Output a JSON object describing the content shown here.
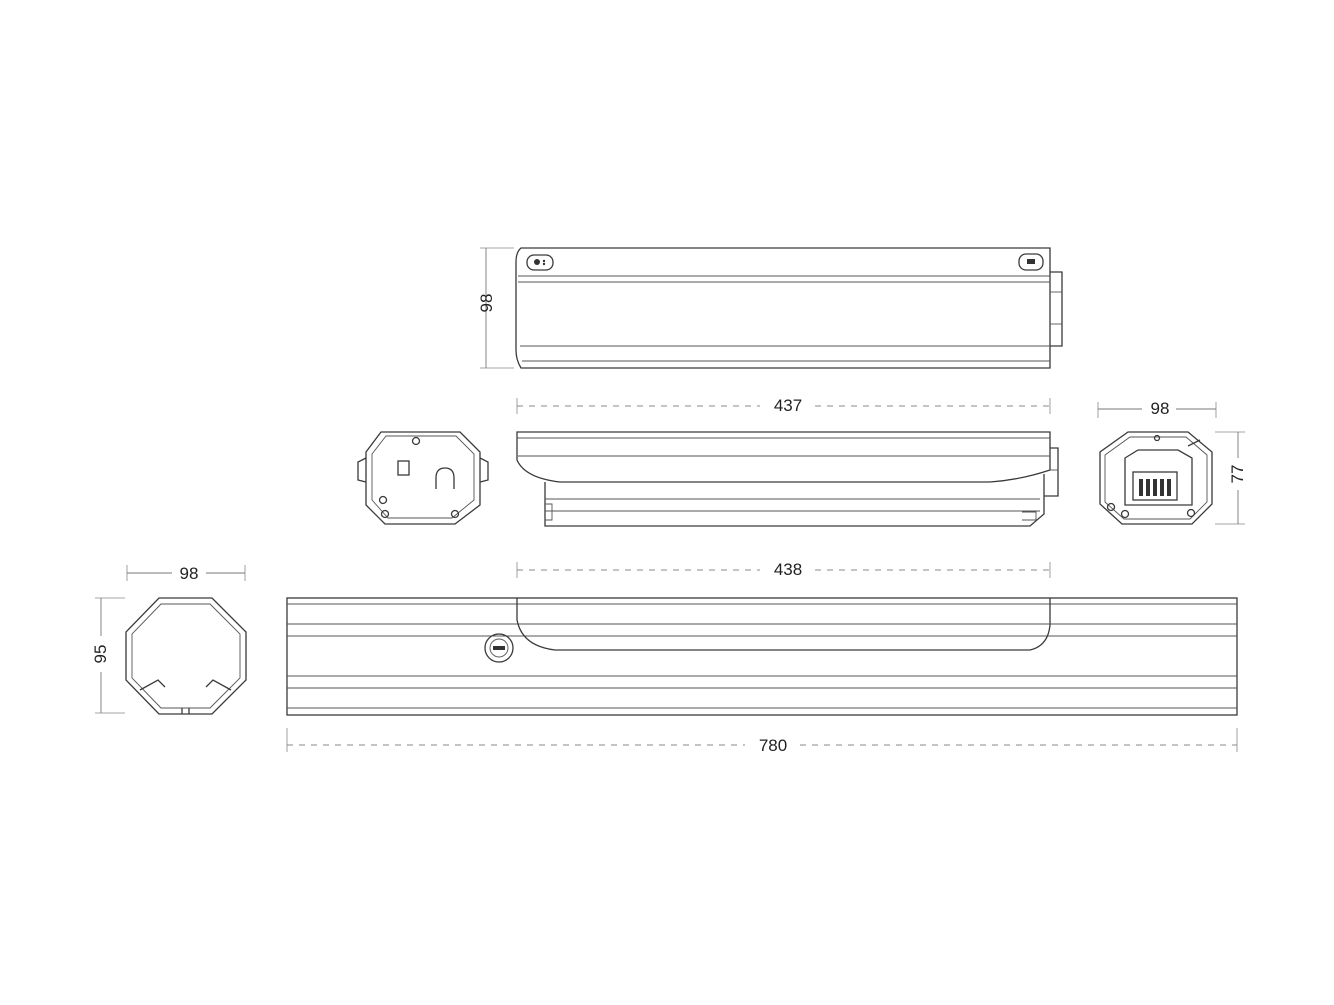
{
  "dimensions": {
    "top_view_height": "98",
    "mid_view_length": "437",
    "end_view_width": "98",
    "end_view_height": "77",
    "section_width": "98",
    "section_height": "95",
    "inner_length": "438",
    "total_length": "780"
  },
  "icons": {
    "top_left_button": "power-button-icon",
    "top_right_button": "lock-icon",
    "rail_button": "lock-cylinder-icon"
  },
  "colors": {
    "line": "#3a3a3a",
    "dimension": "#777777",
    "background": "#ffffff"
  }
}
